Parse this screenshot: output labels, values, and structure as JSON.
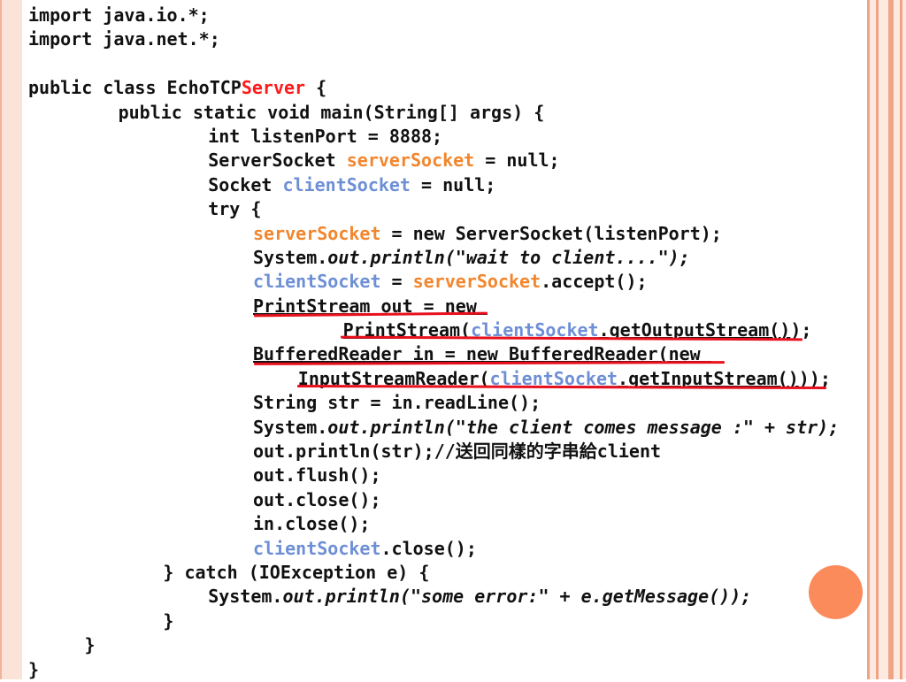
{
  "code_lines": [
    {
      "indent": 0,
      "tokens": [
        {
          "t": "import java.io.*;"
        }
      ]
    },
    {
      "indent": 0,
      "tokens": [
        {
          "t": "import java.net.*;"
        }
      ]
    },
    {
      "indent": 0,
      "tokens": []
    },
    {
      "indent": 0,
      "tokens": [
        {
          "t": "public class EchoTCP"
        },
        {
          "t": "Server",
          "c": "red"
        },
        {
          "t": " {"
        }
      ]
    },
    {
      "indent": 8,
      "tokens": [
        {
          "t": "public static void main(String[] args) {"
        }
      ]
    },
    {
      "indent": 16,
      "tokens": [
        {
          "t": "int listenPort = 8888;"
        }
      ]
    },
    {
      "indent": 16,
      "tokens": [
        {
          "t": "ServerSocket "
        },
        {
          "t": "serverSocket",
          "c": "orange"
        },
        {
          "t": " = null;"
        }
      ]
    },
    {
      "indent": 16,
      "tokens": [
        {
          "t": "Socket "
        },
        {
          "t": "clientSocket",
          "c": "blue"
        },
        {
          "t": " = null;"
        }
      ]
    },
    {
      "indent": 16,
      "tokens": [
        {
          "t": "try {"
        }
      ]
    },
    {
      "indent": 20,
      "tokens": [
        {
          "t": "serverSocket",
          "c": "orange"
        },
        {
          "t": " = new ServerSocket(listenPort);"
        }
      ]
    },
    {
      "indent": 20,
      "tokens": [
        {
          "t": "System."
        },
        {
          "t": "out.println(\"wait to client....\");",
          "i": true
        }
      ]
    },
    {
      "indent": 20,
      "tokens": [
        {
          "t": "clientSocket",
          "c": "blue"
        },
        {
          "t": " = "
        },
        {
          "t": "serverSocket",
          "c": "orange"
        },
        {
          "t": ".accept();"
        }
      ]
    },
    {
      "indent": 20,
      "tokens": [
        {
          "t": "PrintStream out = new ",
          "u": true
        }
      ]
    },
    {
      "indent": 28,
      "tokens": [
        {
          "t": "PrintStream(",
          "u": true
        },
        {
          "t": "clientSocket",
          "c": "blue",
          "u": true
        },
        {
          "t": ".getOutputStream()",
          "u": true
        },
        {
          "t": ");"
        }
      ]
    },
    {
      "indent": 20,
      "tokens": [
        {
          "t": "BufferedReader in = new BufferedReader(new ",
          "u": true
        }
      ]
    },
    {
      "indent": 24,
      "tokens": [
        {
          "t": "InputStreamReader(",
          "u": true
        },
        {
          "t": "clientSocket",
          "c": "blue",
          "u": true
        },
        {
          "t": ".getInputStream()",
          "u": true
        },
        {
          "t": "));"
        }
      ]
    },
    {
      "indent": 20,
      "tokens": [
        {
          "t": "String str = in.readLine();"
        }
      ]
    },
    {
      "indent": 20,
      "tokens": [
        {
          "t": "System."
        },
        {
          "t": "out.println(\"the client comes message :\" + str);",
          "i": true
        }
      ]
    },
    {
      "indent": 20,
      "tokens": [
        {
          "t": "out.println(str);//送回同樣的字串給client"
        }
      ]
    },
    {
      "indent": 20,
      "tokens": [
        {
          "t": "out.flush();"
        }
      ]
    },
    {
      "indent": 20,
      "tokens": [
        {
          "t": "out.close();"
        }
      ]
    },
    {
      "indent": 20,
      "tokens": [
        {
          "t": "in.close();"
        }
      ]
    },
    {
      "indent": 20,
      "tokens": [
        {
          "t": "clientSocket",
          "c": "blue"
        },
        {
          "t": ".close();"
        }
      ]
    },
    {
      "indent": 12,
      "tokens": [
        {
          "t": "} catch (IOException e) {"
        }
      ]
    },
    {
      "indent": 16,
      "tokens": [
        {
          "t": "System."
        },
        {
          "t": "out.println(\"some error:\" + e.getMessage());",
          "i": true
        }
      ]
    },
    {
      "indent": 12,
      "tokens": [
        {
          "t": "}"
        }
      ]
    },
    {
      "indent": 5,
      "tokens": [
        {
          "t": "}"
        }
      ]
    },
    {
      "indent": 0,
      "tokens": [
        {
          "t": "}"
        }
      ]
    }
  ],
  "colors": {
    "code_text": "#111111",
    "highlight_orange": "#f2862e",
    "highlight_red": "#ff1a1a",
    "highlight_blue": "#6e8fd6",
    "annotation_ink": "#e8101c",
    "frame_peach": "#fbe3d8",
    "frame_stripe": "#f0a486",
    "decor_circle": "#fb8b5b"
  }
}
